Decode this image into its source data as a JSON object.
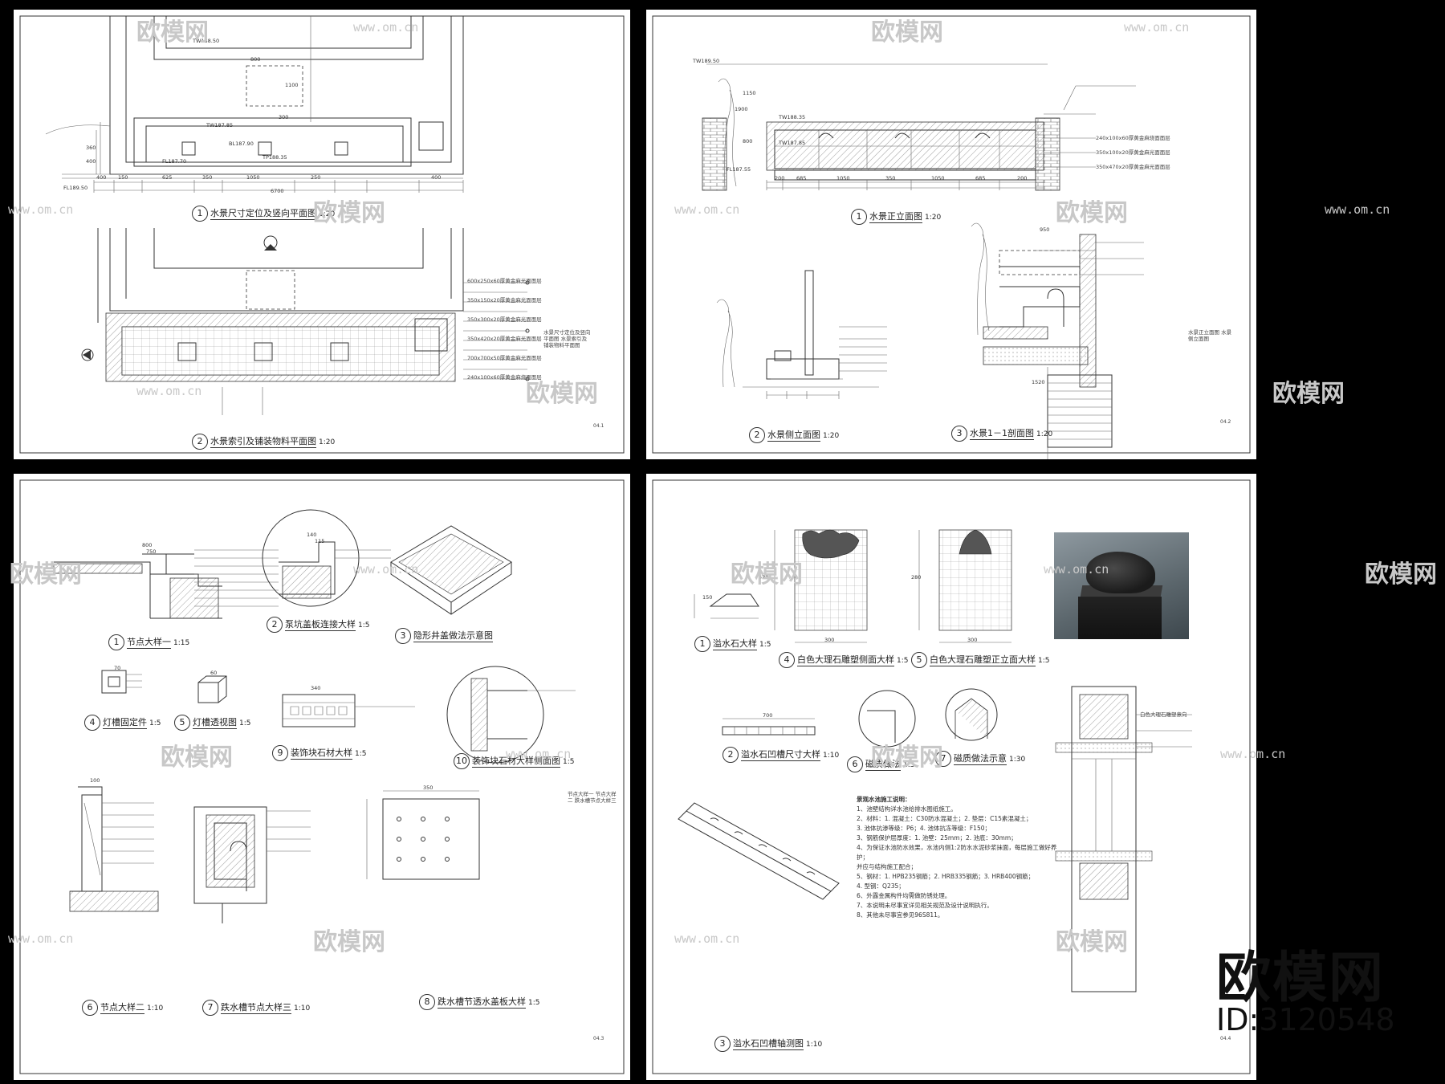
{
  "watermark": {
    "logo_text": "欧模网",
    "url": "www.om.cn"
  },
  "branding": {
    "logo_text": "欧模网",
    "id_label": "ID:3120548"
  },
  "sheets": {
    "s1": {
      "sheet_no": "04.1",
      "drawings": [
        {
          "num": "1",
          "label": "水景尺寸定位及竖向平面图",
          "scale": "1:20"
        },
        {
          "num": "2",
          "label": "水景索引及铺装物料平面图",
          "scale": "1:20"
        }
      ],
      "dims": [
        "800",
        "1100",
        "300",
        "400",
        "150",
        "625",
        "350",
        "1050",
        "250",
        "6700",
        "400",
        "360",
        "400"
      ],
      "levels": [
        "TW188.50",
        "TW187.85",
        "FL187.70",
        "TP188.35",
        "FL189.50",
        "BL187.90"
      ],
      "materials": [
        "600x250x60厚黄金麻光面面层",
        "350x150x20厚黄金麻光面面层",
        "350x300x20厚黄金麻光面面层",
        "350x420x20厚黄金麻光面面层",
        "700x700x50厚黄金麻光面面层",
        "240x100x60厚黄金麻烧面面层"
      ],
      "side_note": "水景尺寸定位及竖向平面图 水景索引及铺装物料平面图"
    },
    "s2": {
      "sheet_no": "04.2",
      "drawings": [
        {
          "num": "1",
          "label": "水景正立面图",
          "scale": "1:20"
        },
        {
          "num": "2",
          "label": "水景侧立面图",
          "scale": "1:20"
        },
        {
          "num": "3",
          "label": "水景1－1剖面图",
          "scale": "1:20"
        }
      ],
      "dims": [
        "200",
        "685",
        "1050",
        "350",
        "1050",
        "685",
        "200",
        "1150",
        "800",
        "950",
        "1520",
        "1900"
      ],
      "levels": [
        "TW189.50",
        "TW188.35",
        "TW187.85",
        "FL187.55"
      ],
      "materials": [
        "240x100x60厚黄金麻烧面面层",
        "350x100x20厚黄金麻光面面层",
        "350x470x20厚黄金麻光面面层"
      ],
      "side_note": "水景正立面图 水景侧立面图"
    },
    "s3": {
      "sheet_no": "04.3",
      "drawings": [
        {
          "num": "1",
          "label": "节点大样一",
          "scale": "1:15"
        },
        {
          "num": "2",
          "label": "泵坑盖板连接大样",
          "scale": "1:5"
        },
        {
          "num": "3",
          "label": "隐形井盖做法示意图",
          "scale": ""
        },
        {
          "num": "4",
          "label": "灯槽固定件",
          "scale": "1:5"
        },
        {
          "num": "5",
          "label": "灯槽透视图",
          "scale": "1:5"
        },
        {
          "num": "6",
          "label": "节点大样二",
          "scale": "1:10"
        },
        {
          "num": "7",
          "label": "跌水槽节点大样三",
          "scale": "1:10"
        },
        {
          "num": "8",
          "label": "跌水槽节透水盖板大样",
          "scale": "1:5"
        },
        {
          "num": "9",
          "label": "装饰块石材大样",
          "scale": "1:5"
        },
        {
          "num": "10",
          "label": "装饰块石材大样侧面图",
          "scale": "1:5"
        }
      ],
      "dims": [
        "800",
        "750",
        "140",
        "115",
        "340",
        "350",
        "100",
        "70",
        "60"
      ],
      "side_note": "节点大样一 节点大样二 跌水槽节点大样三"
    },
    "s4": {
      "sheet_no": "04.4",
      "drawings": [
        {
          "num": "1",
          "label": "溢水石大样",
          "scale": "1:5"
        },
        {
          "num": "2",
          "label": "溢水石凹槽尺寸大样",
          "scale": "1:10"
        },
        {
          "num": "3",
          "label": "溢水石凹槽轴测图",
          "scale": "1:10"
        },
        {
          "num": "4",
          "label": "白色大理石雕塑侧面大样",
          "scale": "1:5"
        },
        {
          "num": "5",
          "label": "白色大理石雕塑正立面大样",
          "scale": "1:5"
        },
        {
          "num": "6",
          "label": "磁质做法",
          "scale": "1:5"
        },
        {
          "num": "7",
          "label": "磁质做法示意",
          "scale": "1:30"
        }
      ],
      "photo_caption": "白色大理石雕塑意向",
      "dims": [
        "430",
        "300",
        "280",
        "300",
        "700",
        "150"
      ],
      "notes_title": "景观水池施工说明：",
      "notes": [
        "1、池壁结构详水池给排水图纸施工。",
        "2、材料：1. 混凝土：C30防水混凝土；2. 垫层：C15素混凝土；",
        "   3. 池体抗渗等级：P6；4. 池体抗冻等级：F150；",
        "3、钢筋保护层厚度：1. 池壁：25mm；2. 池底：30mm；",
        "4、为保证水池防水效果，水池内侧1:2防水水泥砂浆抹面，每层施工做好养护；",
        "   并应与结构施工配合；",
        "5、钢材：1. HPB235钢筋；2. HRB335钢筋；3. HRB400钢筋；",
        "   4. 型钢：Q235；",
        "6、外露金属构件均需做防锈处理。",
        "7、本说明未尽事宜详见相关规范及设计说明执行。",
        "8、其他未尽事宜参见96S811。"
      ]
    }
  }
}
